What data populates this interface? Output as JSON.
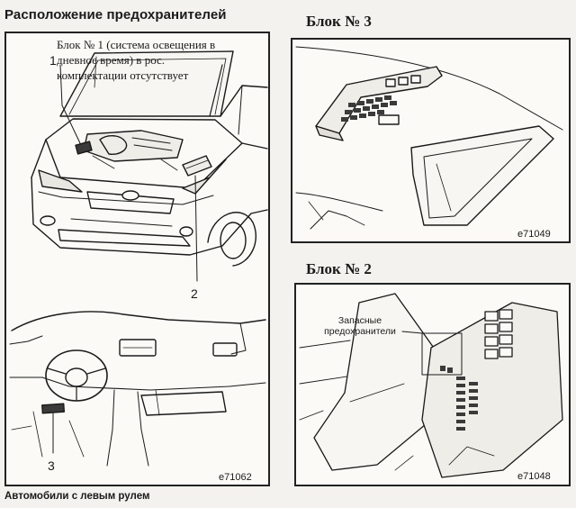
{
  "page": {
    "title": "Расположение предохранителей",
    "footer": "Автомобили с левым рулем"
  },
  "main_panel": {
    "note": "Блок № 1 (система освещения в\nдневное время) в рос.\nкомплектации отсутствует",
    "callout_1": "1",
    "callout_2": "2",
    "callout_3": "3",
    "code": "e71062"
  },
  "block3": {
    "title": "Блок № 3",
    "code": "e71049"
  },
  "block2": {
    "title": "Блок № 2",
    "spare_label": "Запасные\nпредохранители",
    "code": "e71048"
  },
  "colors": {
    "ink": "#1a1a1a",
    "paper": "#fbfaf7",
    "fuse_dark": "#3a3a3a"
  }
}
